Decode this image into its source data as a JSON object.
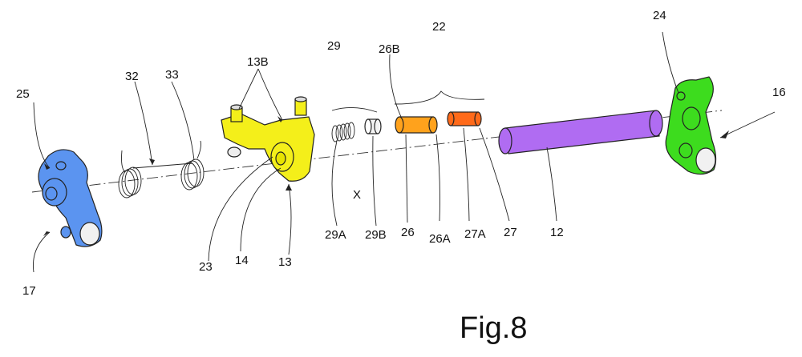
{
  "figure_title": "Fig.8",
  "axis_symbol": "X",
  "labels": {
    "l25": "25",
    "l17": "17",
    "l32": "32",
    "l33": "33",
    "l13B": "13B",
    "l23": "23",
    "l14": "14",
    "l13": "13",
    "l29": "29",
    "l29A": "29A",
    "l29B": "29B",
    "l26B": "26B",
    "l22": "22",
    "l26": "26",
    "l26A": "26A",
    "l27A": "27A",
    "l27": "27",
    "l12": "12",
    "l24": "24",
    "l16": "16"
  },
  "colors": {
    "part_17": "#5b94f0",
    "part_13": "#f4ef1a",
    "part_26": "#ffa21c",
    "part_27": "#ff6a1a",
    "part_12": "#b06cf2",
    "part_16": "#3ddc1e"
  }
}
